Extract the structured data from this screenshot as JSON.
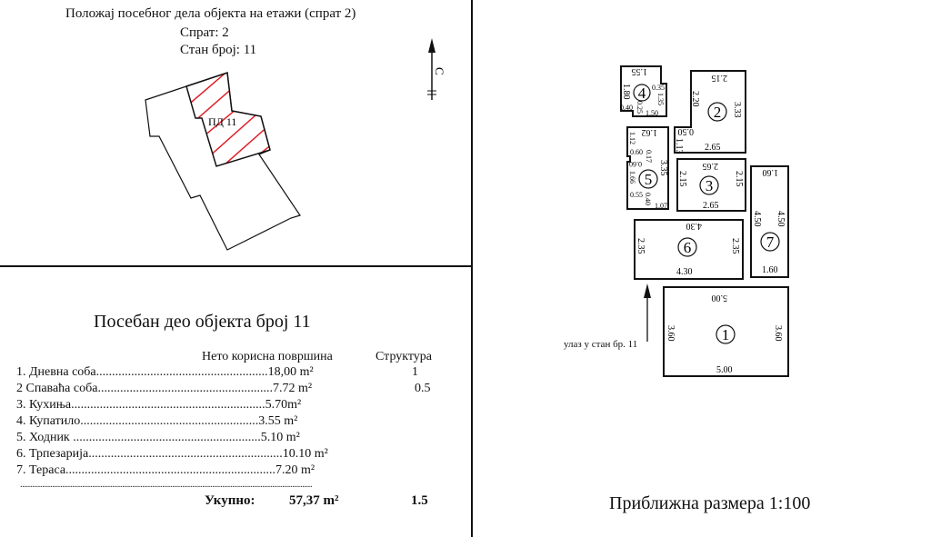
{
  "header": {
    "title": "Положај посебног дела објекта на етажи (спрат 2)",
    "floor": "Спрат: 2",
    "apartment": "Стан број: 11",
    "unit_label": "ПД 11",
    "north_label": "С"
  },
  "section_title": "Посебан део објекта број 11",
  "table": {
    "col_area": "Нето корисна површина",
    "col_structure": "Структура",
    "rows": [
      {
        "label": "1.  Дневна соба......................................................18,00 m²",
        "structure": "1"
      },
      {
        "label": "2  Спаваћа соба.......................................................7.72 m²",
        "structure": "0.5"
      },
      {
        "label": "3.  Кухиња.............................................................5.70m²",
        "structure": ""
      },
      {
        "label": "4.  Купатило........................................................3.55 m²",
        "structure": ""
      },
      {
        "label": "5.  Ходник ...........................................................5.10 m²",
        "structure": ""
      },
      {
        "label": "6.  Трпезарија.............................................................10.10 m²",
        "structure": ""
      },
      {
        "label": "7.  Тераса..................................................................7.20 m²",
        "structure": ""
      }
    ],
    "dots": "..................................................................................................................................................",
    "total_label": "Укупно:",
    "total_area": "57,37 m²",
    "total_structure": "1.5"
  },
  "plan": {
    "entrance_label": "улаз у стан бр. 11",
    "scale_label": "Приближна размера 1:100",
    "rooms": [
      "1",
      "2",
      "3",
      "4",
      "5",
      "6",
      "7"
    ],
    "dims": {
      "r1": [
        "5.00",
        "5.00",
        "3.60",
        "3.60"
      ],
      "r2": [
        "2.15",
        "2.20",
        "3.33",
        "0.50",
        "1.13",
        "2.65"
      ],
      "r3": [
        "2.65",
        "2.15",
        "2.15",
        "2.65"
      ],
      "r4": [
        "1.55",
        "1.80",
        "0.35",
        "1.35",
        "0.40",
        "0.25",
        "1.50"
      ],
      "r5": [
        "1.62",
        "1.12",
        "0.60",
        "0.17",
        "0.60",
        "3.35",
        "1.66",
        "0.55",
        "0.40",
        "1.07"
      ],
      "r6": [
        "4.30",
        "2.35",
        "2.35",
        "4.30"
      ],
      "r7": [
        "1.60",
        "4.50",
        "4.50",
        "1.60"
      ]
    }
  }
}
